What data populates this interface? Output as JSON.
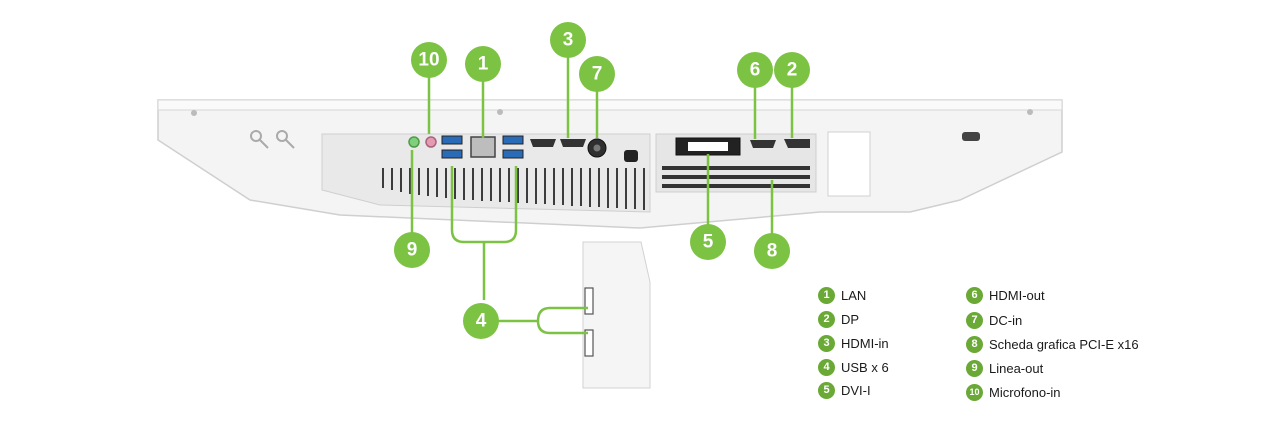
{
  "accent_color": "#7cc243",
  "legend_number_color": "#6aa935",
  "callouts": [
    {
      "id": "1",
      "label": "1"
    },
    {
      "id": "2",
      "label": "2"
    },
    {
      "id": "3",
      "label": "3"
    },
    {
      "id": "4",
      "label": "4"
    },
    {
      "id": "5",
      "label": "5"
    },
    {
      "id": "6",
      "label": "6"
    },
    {
      "id": "7",
      "label": "7"
    },
    {
      "id": "8",
      "label": "8"
    },
    {
      "id": "9",
      "label": "9"
    },
    {
      "id": "10",
      "label": "10"
    }
  ],
  "legend": {
    "left": [
      {
        "num": "1",
        "text": "LAN"
      },
      {
        "num": "2",
        "text": "DP"
      },
      {
        "num": "3",
        "text": "HDMI-in"
      },
      {
        "num": "4",
        "text": "USB x 6"
      },
      {
        "num": "5",
        "text": "DVI-I"
      }
    ],
    "right": [
      {
        "num": "6",
        "text": "HDMI-out"
      },
      {
        "num": "7",
        "text": "DC-in"
      },
      {
        "num": "8",
        "text": "Scheda grafica PCI-E x16"
      },
      {
        "num": "9",
        "text": "Linea-out"
      },
      {
        "num": "10",
        "text": "Microfono-in"
      }
    ]
  }
}
